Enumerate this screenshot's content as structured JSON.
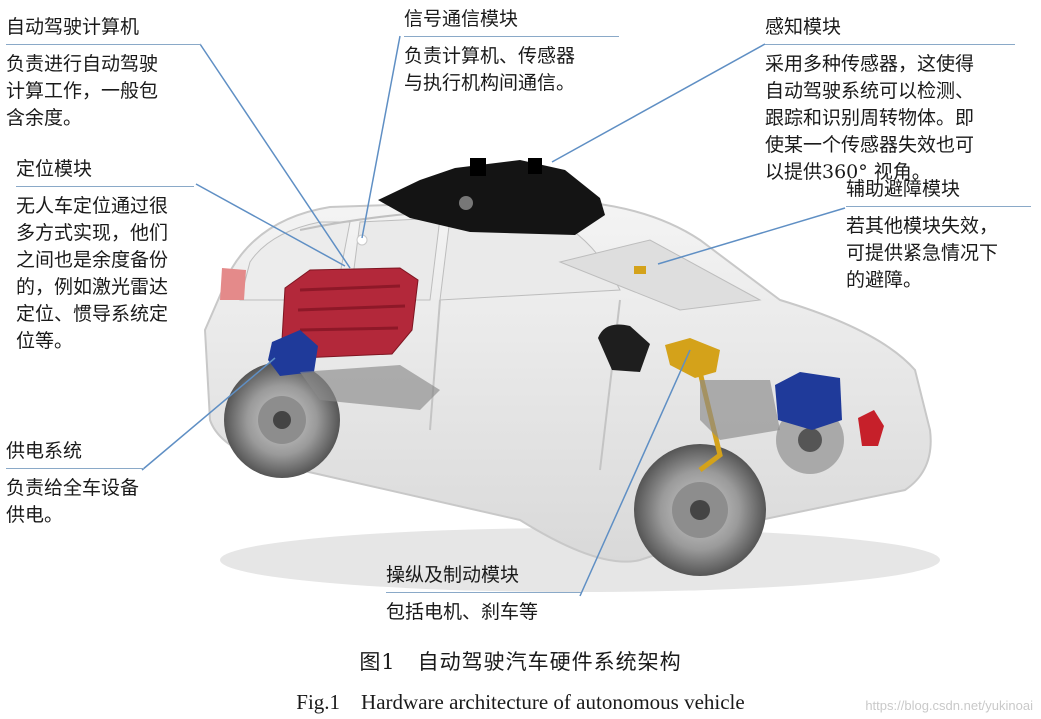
{
  "modules": {
    "computer": {
      "title": "自动驾驶计算机",
      "lines": [
        "负责进行自动驾驶",
        "计算工作，一般包",
        "含余度。"
      ]
    },
    "signal": {
      "title": "信号通信模块",
      "lines": [
        "负责计算机、传感器",
        "与执行机构间通信。"
      ]
    },
    "perception": {
      "title": "感知模块",
      "lines": [
        "采用多种传感器，这使得",
        "自动驾驶系统可以检测、",
        "跟踪和识别周转物体。即",
        "使某一个传感器失效也可",
        "以提供360° 视角。"
      ]
    },
    "positioning": {
      "title": "定位模块",
      "lines": [
        "无人车定位通过很",
        "多方式实现，他们",
        "之间也是余度备份",
        "的，例如激光雷达",
        "定位、惯导系统定",
        "位等。"
      ]
    },
    "avoidance": {
      "title": "辅助避障模块",
      "lines": [
        "若其他模块失效，",
        "可提供紧急情况下",
        "的避障。"
      ]
    },
    "power": {
      "title": "供电系统",
      "lines": [
        "负责给全车设备",
        "供电。"
      ]
    },
    "control": {
      "title": "操纵及制动模块",
      "lines": [
        "包括电机、刹车等"
      ]
    }
  },
  "caption": {
    "zh": "图1　自动驾驶汽车硬件系统架构",
    "en": "Fig.1　Hardware architecture of autonomous vehicle"
  },
  "watermark": "https://blog.csdn.net/yukinoai",
  "colors": {
    "leader_line": "#5f8fc4",
    "computer_block": "#b3283a",
    "power_block": "#1f3a9a",
    "control_block": "#d4a21a",
    "sensor_rig": "#111111",
    "emergency_unit": "#c6202a"
  }
}
